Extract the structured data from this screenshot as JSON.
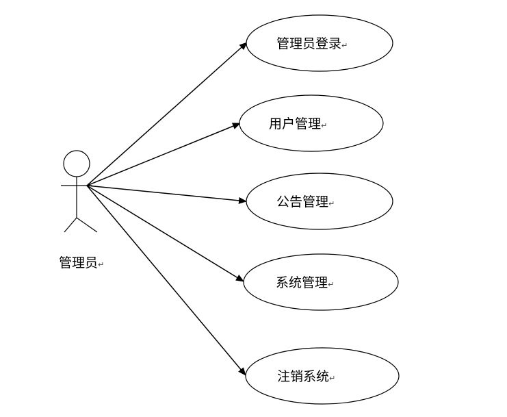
{
  "actor": {
    "label": "管理员",
    "mark": "↵"
  },
  "use_cases": [
    {
      "label": "管理员登录",
      "mark": "↵"
    },
    {
      "label": "用户管理",
      "mark": "↵"
    },
    {
      "label": "公告管理",
      "mark": "↵"
    },
    {
      "label": "系统管理",
      "mark": "↵"
    },
    {
      "label": "注销系统",
      "mark": "↵"
    }
  ]
}
